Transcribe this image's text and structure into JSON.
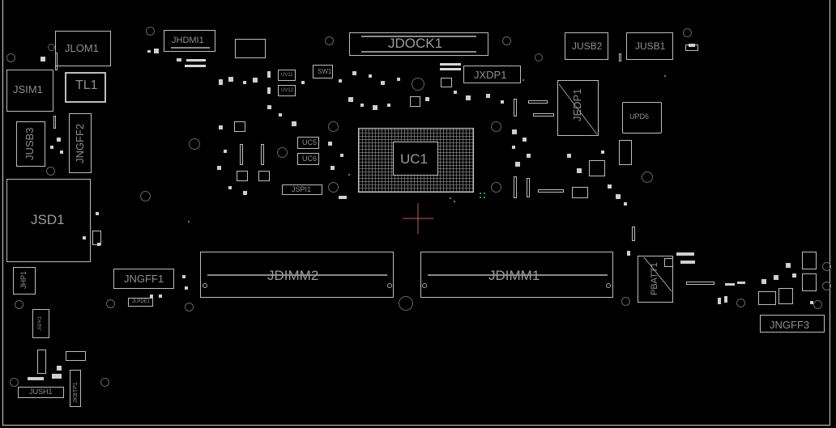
{
  "board": {
    "designators": {
      "JDOCK1": "JDOCK1",
      "JHDMI1": "JHDMI1",
      "JLOM1": "JLOM1",
      "TL1": "TL1",
      "JSIM1": "JSIM1",
      "JUSB3": "JUSB3",
      "JNGFF2": "JNGFF2",
      "JSD1": "JSD1",
      "JHP1": "JHP1",
      "JSPK1": "JSPK1",
      "JUSH1": "JUSH1",
      "JKBTP1": "JKBTP1",
      "JNGFF1": "JNGFF1",
      "JLPDE1": "JLPDE1",
      "JDIMM2": "JDIMM2",
      "JDIMM1": "JDIMM1",
      "UC1": "UC1",
      "UC5": "UC5",
      "UC6": "UC6",
      "JSPI1": "JSPI1",
      "SW1": "SW1",
      "JXDP1": "JXDP1",
      "JEDP1": "JEDP1",
      "JUSB2": "JUSB2",
      "JUSB1": "JUSB1",
      "UPD6": "UPD6",
      "PBATT1": "PBATT1",
      "JNGFF3": "JNGFF3",
      "UV11": "UV11",
      "UV12": "UV12"
    }
  }
}
